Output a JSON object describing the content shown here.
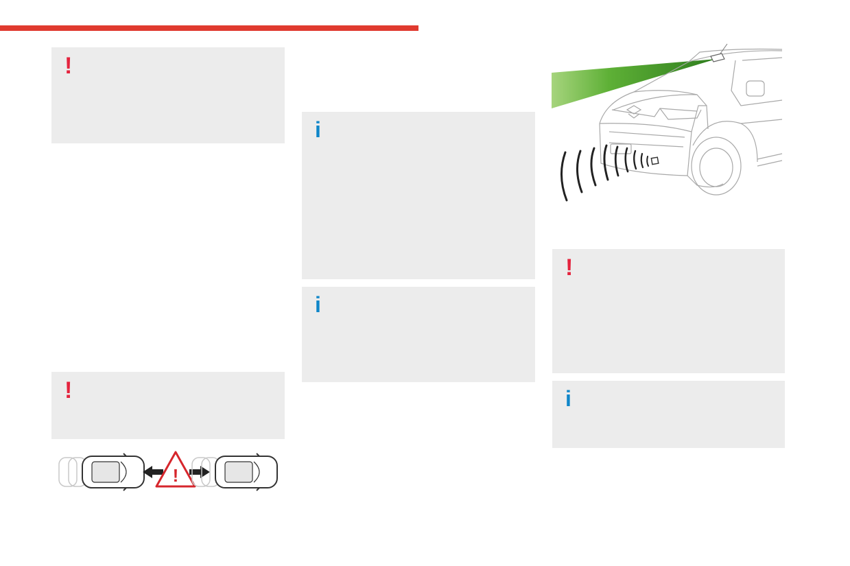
{
  "colors": {
    "accent_bar": "#e03a2f",
    "warning": "#e4233d",
    "info": "#0f86c9",
    "box_background": "#ececec"
  },
  "boxes": [
    {
      "kind": "warning",
      "icon": "!",
      "icon_name": "exclamation-icon"
    },
    {
      "kind": "warning",
      "icon": "!",
      "icon_name": "exclamation-icon"
    },
    {
      "kind": "info",
      "icon": "i",
      "icon_name": "info-icon"
    },
    {
      "kind": "info",
      "icon": "i",
      "icon_name": "info-icon"
    },
    {
      "kind": "warning",
      "icon": "!",
      "icon_name": "exclamation-icon"
    },
    {
      "kind": "info",
      "icon": "i",
      "icon_name": "info-icon"
    }
  ],
  "illustrations": {
    "distance": {
      "icon_name": "warning-triangle-icon",
      "symbol": "!"
    },
    "sensors": {
      "icon_name": "van-radar-camera-illustration"
    }
  }
}
